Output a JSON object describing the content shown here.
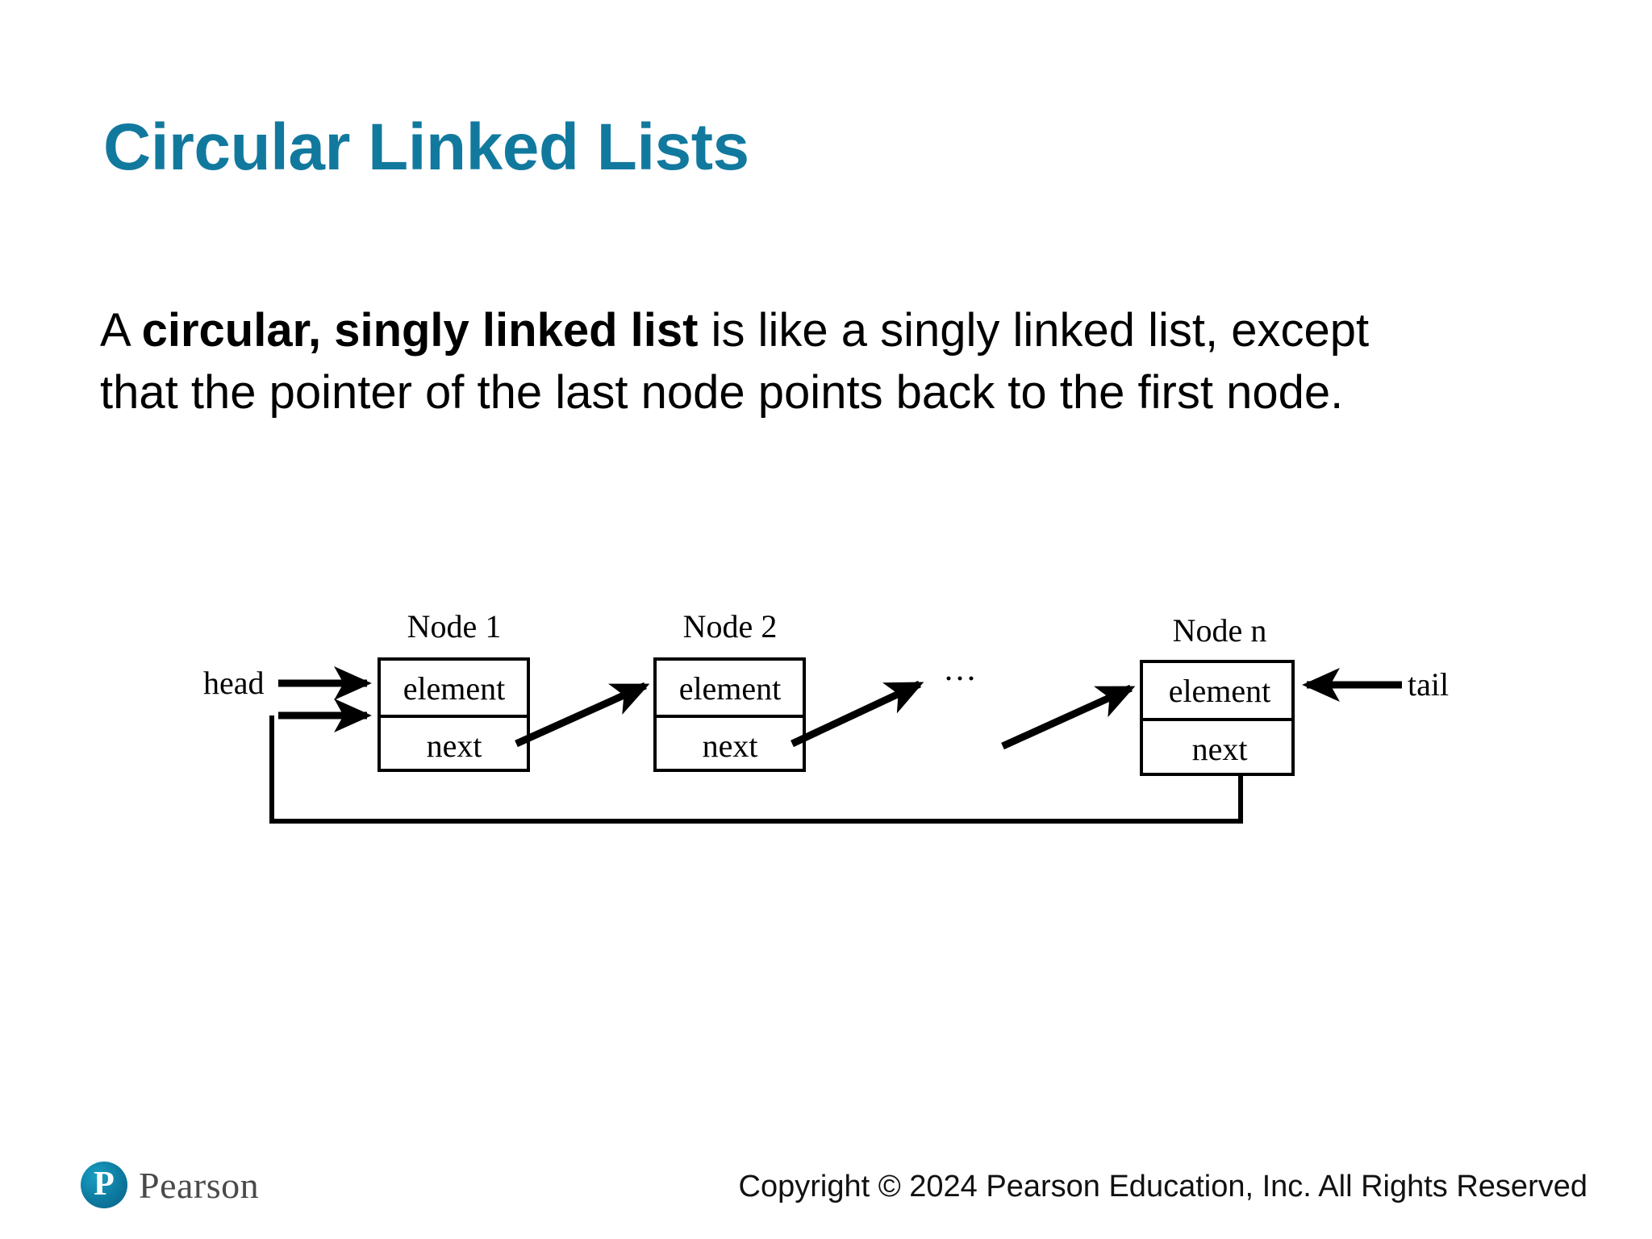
{
  "slide": {
    "title": "Circular Linked Lists",
    "background_color": "#ffffff",
    "title_color": "#12799E"
  },
  "body": {
    "lead": "A ",
    "emphasis": "circular, singly linked list",
    "rest": " is like a singly linked list, except that the pointer of the last node points back to the first node."
  },
  "diagram": {
    "head_label": "head",
    "tail_label": "tail",
    "ellipsis": "···",
    "nodes": [
      {
        "title": "Node 1",
        "element_label": "element",
        "next_label": "next"
      },
      {
        "title": "Node 2",
        "element_label": "element",
        "next_label": "next"
      },
      {
        "title": "Node n",
        "element_label": "element",
        "next_label": "next"
      }
    ]
  },
  "footer": {
    "copyright": "Copyright © 2024 Pearson Education, Inc. All Rights Reserved",
    "logo_letter": "P",
    "logo_wordmark": "Pearson",
    "logo_color": "#0d7ca1"
  }
}
